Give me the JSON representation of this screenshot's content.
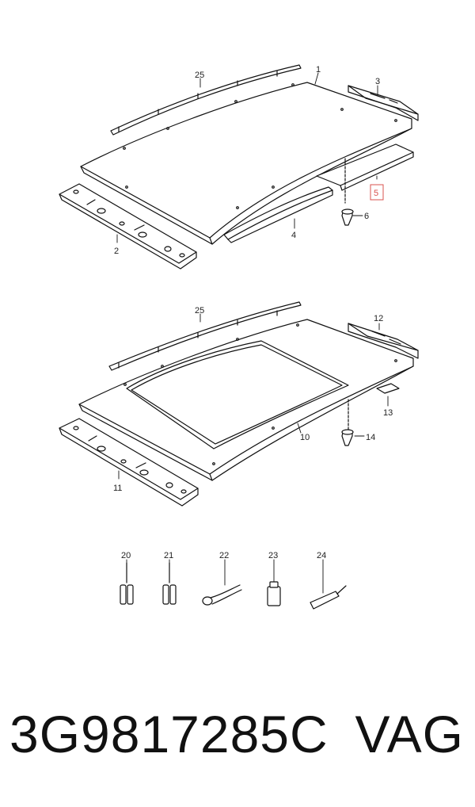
{
  "callouts": {
    "c1": "1",
    "c2": "2",
    "c3": "3",
    "c4": "4",
    "c5": "5",
    "c6": "6",
    "c10": "10",
    "c11": "11",
    "c12": "12",
    "c13": "13",
    "c14": "14",
    "c20": "20",
    "c21": "21",
    "c22": "22",
    "c23": "23",
    "c24": "24",
    "c25_top": "25",
    "c25_bottom": "25"
  },
  "highlight_color": "#d9534f",
  "footer": {
    "part_number": "3G9817285C",
    "brand": "VAG"
  }
}
